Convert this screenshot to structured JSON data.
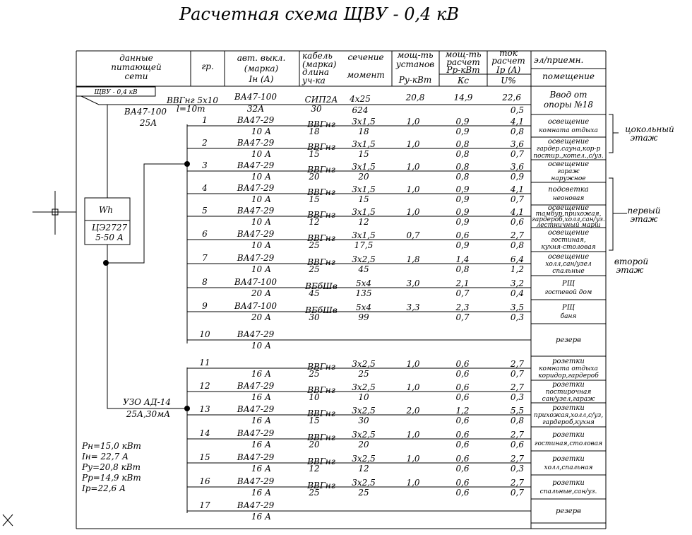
{
  "title": "Расчетная схема ЩВУ - 0,4 кВ",
  "headers": {
    "network": [
      "данные",
      "питающей",
      "сети"
    ],
    "group": "гр.",
    "breaker": [
      "авт. выкл.",
      "(марка)",
      "Iн (А)"
    ],
    "cable": [
      "кабель",
      "(марка)",
      "длина",
      "уч-ка"
    ],
    "section": [
      "сечение",
      "момент"
    ],
    "power_inst": [
      "мощ-ть",
      "установ",
      "Ру-кВт"
    ],
    "power_calc": [
      "мощ-ть",
      "расчет",
      "Рр-кВт",
      "Кс"
    ],
    "current": [
      "ток",
      "расчет",
      "Ip (A)",
      "U%"
    ],
    "consumer": "эл/приемн.",
    "room": "помещение"
  },
  "panel_label": "ЩВУ - 0,4 кВ",
  "input_cable": [
    "ВВГнг 5х10",
    "l=10m"
  ],
  "main_breaker": [
    "ВА47-100",
    "25А"
  ],
  "meter": [
    "Wh",
    "ЦЭ2727",
    "5-50 А"
  ],
  "rcd": [
    "УЗО АД-14",
    "25А,30мА"
  ],
  "summary": [
    "Рн=15,0 кВт",
    "Iн= 22,7 А",
    "Ру=20,8 кВт",
    "Рр=14,9 кВт",
    "Ip=22,6 А"
  ],
  "input_row": {
    "breaker": "ВА47-100",
    "rating": "32А",
    "cable": "СИП2А",
    "length": "30",
    "section": "4х25",
    "moment": "624",
    "pu": "20,8",
    "pp": "14,9",
    "kc": "",
    "ip": "22,6",
    "u": "0,5",
    "consumer": [
      "Ввод от",
      "опоры №18"
    ]
  },
  "rows": [
    {
      "gr": "1",
      "br": "ВА47-29",
      "rt": "10 А",
      "cb": "ВВГнг",
      "ln": "18",
      "sec": "3х1,5",
      "mom": "18",
      "pu": "1,0",
      "pp": "0,9",
      "kc": "0,9",
      "ip": "4,1",
      "u": "0,8",
      "cons": [
        "освещение",
        "комната отдыха"
      ]
    },
    {
      "gr": "2",
      "br": "ВА47-29",
      "rt": "10 А",
      "cb": "ВВГнг",
      "ln": "15",
      "sec": "3х1,5",
      "mom": "15",
      "pu": "1,0",
      "pp": "0,8",
      "kc": "0,8",
      "ip": "3,6",
      "u": "0,7",
      "cons": [
        "освещение",
        "гардер.сауна,кор-р",
        "постир.,котел.,с/уз."
      ]
    },
    {
      "gr": "3",
      "br": "ВА47-29",
      "rt": "10 А",
      "cb": "ВВГнг",
      "ln": "20",
      "sec": "3х1,5",
      "mom": "20",
      "pu": "1,0",
      "pp": "0,8",
      "kc": "0,8",
      "ip": "3,6",
      "u": "0,9",
      "cons": [
        "освещение",
        "гараж",
        "наружное"
      ]
    },
    {
      "gr": "4",
      "br": "ВА47-29",
      "rt": "10 А",
      "cb": "ВВГнг",
      "ln": "15",
      "sec": "3х1,5",
      "mom": "15",
      "pu": "1,0",
      "pp": "0,9",
      "kc": "0,9",
      "ip": "4,1",
      "u": "0,7",
      "cons": [
        "подсветка",
        "неоновая"
      ]
    },
    {
      "gr": "5",
      "br": "ВА47-29",
      "rt": "10 А",
      "cb": "ВВГнг",
      "ln": "12",
      "sec": "3х1,5",
      "mom": "12",
      "pu": "1,0",
      "pp": "0,9",
      "kc": "0,9",
      "ip": "4,1",
      "u": "0,6",
      "cons": [
        "освещение",
        "тамбур,прихожая,",
        "гардероб,холл,сан/уз.",
        "лестничный марш"
      ]
    },
    {
      "gr": "6",
      "br": "ВА47-29",
      "rt": "10 А",
      "cb": "ВВГнг",
      "ln": "25",
      "sec": "3х1,5",
      "mom": "17,5",
      "pu": "0,7",
      "pp": "0,6",
      "kc": "0,9",
      "ip": "2,7",
      "u": "0,8",
      "cons": [
        "освещение",
        "гостиная,",
        "кухня-столовая"
      ]
    },
    {
      "gr": "7",
      "br": "ВА47-29",
      "rt": "10 А",
      "cb": "ВВГнг",
      "ln": "25",
      "sec": "3х2,5",
      "mom": "45",
      "pu": "1,8",
      "pp": "1,4",
      "kc": "0,8",
      "ip": "6,4",
      "u": "1,2",
      "cons": [
        "освещение",
        "холл,сан/узел",
        "спальные"
      ]
    },
    {
      "gr": "8",
      "br": "ВА47-100",
      "rt": "20 А",
      "cb": "ВБбШв",
      "ln": "45",
      "sec": "5х4",
      "mom": "135",
      "pu": "3,0",
      "pp": "2,1",
      "kc": "0,7",
      "ip": "3,2",
      "u": "0,4",
      "cons": [
        "РЩ",
        "гостевой дом"
      ]
    },
    {
      "gr": "9",
      "br": "ВА47-100",
      "rt": "20 А",
      "cb": "ВБбШв",
      "ln": "30",
      "sec": "5х4",
      "mom": "99",
      "pu": "3,3",
      "pp": "2,3",
      "kc": "0,7",
      "ip": "3,5",
      "u": "0,3",
      "cons": [
        "РЩ",
        "баня"
      ]
    },
    {
      "gr": "10",
      "br": "ВА47-29",
      "rt": "10 А",
      "cb": "",
      "ln": "",
      "sec": "",
      "mom": "",
      "pu": "",
      "pp": "",
      "kc": "",
      "ip": "",
      "u": "",
      "cons": [
        "резерв"
      ]
    },
    {
      "gr": "11",
      "br": "",
      "rt": "16 А",
      "cb": "ВВГнг",
      "ln": "25",
      "sec": "3х2,5",
      "mom": "25",
      "pu": "1,0",
      "pp": "0,6",
      "kc": "0,6",
      "ip": "2,7",
      "u": "0,7",
      "cons": [
        "розетки",
        "комната отдыха",
        "коридор,гардероб"
      ]
    },
    {
      "gr": "12",
      "br": "ВА47-29",
      "rt": "16 А",
      "cb": "ВВГнг",
      "ln": "10",
      "sec": "3х2,5",
      "mom": "10",
      "pu": "1,0",
      "pp": "0,6",
      "kc": "0,6",
      "ip": "2,7",
      "u": "0,3",
      "cons": [
        "розетки",
        "постирочная",
        "сан/узел,гараж"
      ]
    },
    {
      "gr": "13",
      "br": "ВА47-29",
      "rt": "16 А",
      "cb": "ВВГнг",
      "ln": "15",
      "sec": "3х2,5",
      "mom": "30",
      "pu": "2,0",
      "pp": "1,2",
      "kc": "0,6",
      "ip": "5,5",
      "u": "0,8",
      "cons": [
        "розетки",
        "прихожая,холл,с/уз,",
        "гардероб,кухня"
      ]
    },
    {
      "gr": "14",
      "br": "ВА47-29",
      "rt": "16 А",
      "cb": "ВВГнг",
      "ln": "20",
      "sec": "3х2,5",
      "mom": "20",
      "pu": "1,0",
      "pp": "0,6",
      "kc": "0,6",
      "ip": "2,7",
      "u": "0,6",
      "cons": [
        "розетки",
        "гостиная,столовая"
      ]
    },
    {
      "gr": "15",
      "br": "ВА47-29",
      "rt": "16 А",
      "cb": "ВВГнг",
      "ln": "12",
      "sec": "3х2,5",
      "mom": "12",
      "pu": "1,0",
      "pp": "0,6",
      "kc": "0,6",
      "ip": "2,7",
      "u": "0,3",
      "cons": [
        "розетки",
        "холл,спальная"
      ]
    },
    {
      "gr": "16",
      "br": "ВА47-29",
      "rt": "16 А",
      "cb": "ВВГнг",
      "ln": "25",
      "sec": "3х2,5",
      "mom": "25",
      "pu": "1,0",
      "pp": "0,6",
      "kc": "0,6",
      "ip": "2,7",
      "u": "0,7",
      "cons": [
        "розетки",
        "спальные,сан/уз."
      ]
    },
    {
      "gr": "17",
      "br": "ВА47-29",
      "rt": "16 А",
      "cb": "",
      "ln": "",
      "sec": "",
      "mom": "",
      "pu": "",
      "pp": "",
      "kc": "",
      "ip": "",
      "u": "",
      "cons": [
        "резерв"
      ]
    }
  ],
  "floors": [
    {
      "label": [
        "цокольный",
        "этаж"
      ]
    },
    {
      "label": [
        "первый",
        "этаж"
      ]
    },
    {
      "label": [
        "второй",
        "этаж"
      ]
    }
  ]
}
